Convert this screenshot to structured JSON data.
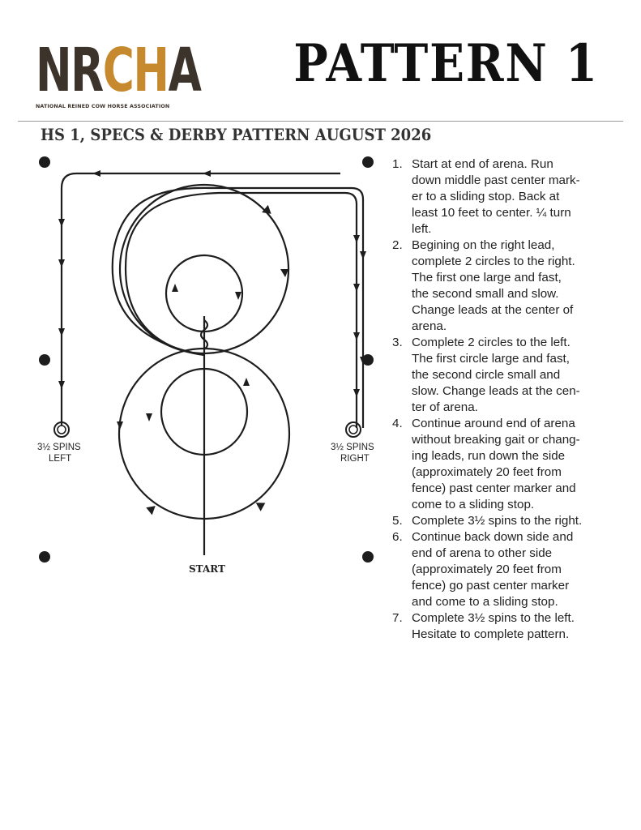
{
  "logo": {
    "letters": [
      "N",
      "R",
      "C",
      "H",
      "A"
    ],
    "tagline": "NATIONAL REINED COW HORSE ASSOCIATION"
  },
  "header": {
    "title": "PATTERN 1",
    "subtitle": "HS 1, SPECS & DERBY PATTERN AUGUST 2026"
  },
  "diagram": {
    "spins_left": [
      "3½ SPINS",
      "LEFT"
    ],
    "spins_right": [
      "3½ SPINS",
      "RIGHT"
    ],
    "start_label": "START"
  },
  "steps": [
    {
      "num": "1.",
      "lines": [
        "Start at end of arena. Run",
        "down middle past center mark-",
        "er to a sliding stop. Back at",
        "least 10 feet to center. ¼ turn",
        "left."
      ]
    },
    {
      "num": "2.",
      "lines": [
        "Begining on the right lead,",
        "complete 2 circles to the right.",
        "The first one large and fast,",
        "the second small and slow.",
        "Change leads at the center of",
        "arena."
      ]
    },
    {
      "num": "3.",
      "lines": [
        "Complete 2 circles to the left.",
        "The first circle large and fast,",
        "the second circle small and",
        "slow. Change leads at the cen-",
        "ter of arena."
      ]
    },
    {
      "num": "4.",
      "lines": [
        "Continue around end of arena",
        "without breaking gait or chang-",
        "ing leads, run down the side",
        "(approximately 20 feet from",
        "fence) past center marker and",
        "come to a sliding stop."
      ]
    },
    {
      "num": "5.",
      "lines": [
        "Complete 3½ spins to the right."
      ]
    },
    {
      "num": "6.",
      "lines": [
        "Continue back down side and",
        "end of arena to other side",
        "(approximately 20 feet from",
        "fence) go past center marker",
        "and come to a sliding stop."
      ]
    },
    {
      "num": "7.",
      "lines": [
        "Complete 3½ spins to the left.",
        "Hesitate to complete pattern."
      ]
    }
  ],
  "colors": {
    "logo_dark": "#3c332b",
    "logo_accent": "#c7892e",
    "ink": "#1d1d1d",
    "rule": "#9a9a9a"
  }
}
